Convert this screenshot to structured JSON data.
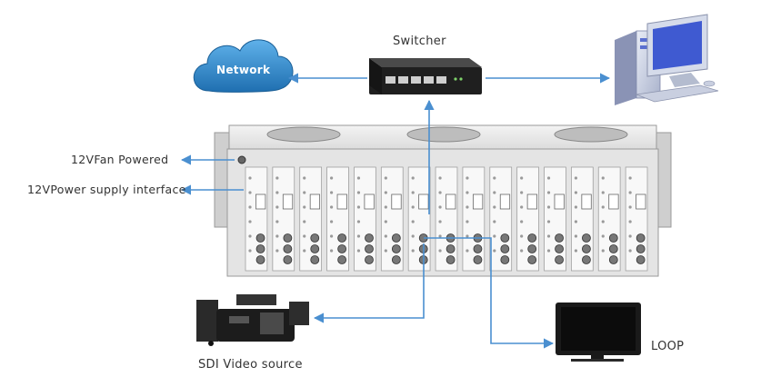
{
  "labels": {
    "network": "Network",
    "switcher": "Switcher",
    "fan_powered": "12VFan Powered",
    "power_interface": "12VPower supply interface",
    "video_source": "SDI Video source",
    "loop": "LOOP"
  },
  "colors": {
    "arrow": "#4a8fd0",
    "cloud": "#2f86c9",
    "chassis": "#e9e9e9",
    "chassis_edge": "#9a9a9a",
    "card": "#f7f7f7",
    "switch_body": "#2b2b2b",
    "monitor": "#1a1a1a",
    "pc_blue": "#5a6fd0"
  },
  "icons": [
    "cloud-icon",
    "network-switch-icon",
    "desktop-computer-icon",
    "video-camera-icon",
    "monitor-icon"
  ],
  "chassis": {
    "card_count": 15,
    "fan_count": 3
  }
}
